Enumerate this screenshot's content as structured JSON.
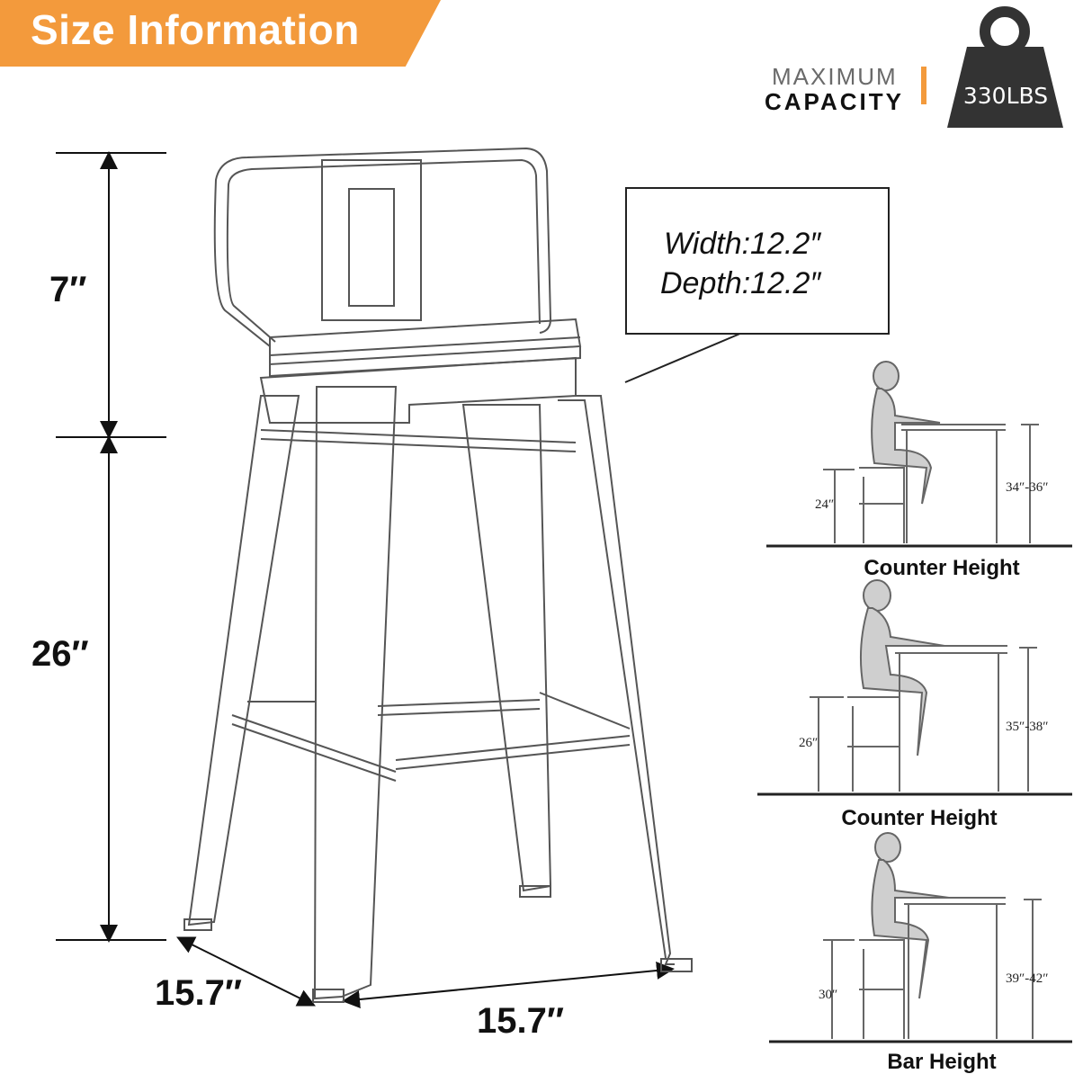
{
  "banner": {
    "title": "Size Information"
  },
  "capacity": {
    "label_top": "MAXIMUM",
    "label_bottom": "CAPACITY",
    "weight": "330LBS"
  },
  "dimensions": {
    "back_height": "7″",
    "seat_height": "26″",
    "base_depth": "15.7″",
    "base_width": "15.7″"
  },
  "seat_box": {
    "width": "Width:12.2″",
    "depth": "Depth:12.2″"
  },
  "height_guides": [
    {
      "title": "Counter Height",
      "stool": "24″",
      "table": "34″-36″"
    },
    {
      "title": "Counter Height",
      "stool": "26″",
      "table": "35″-38″"
    },
    {
      "title": "Bar Height",
      "stool": "30″",
      "table": "39″-42″"
    }
  ],
  "colors": {
    "accent": "#f39a3c",
    "weight_block": "#333333"
  }
}
